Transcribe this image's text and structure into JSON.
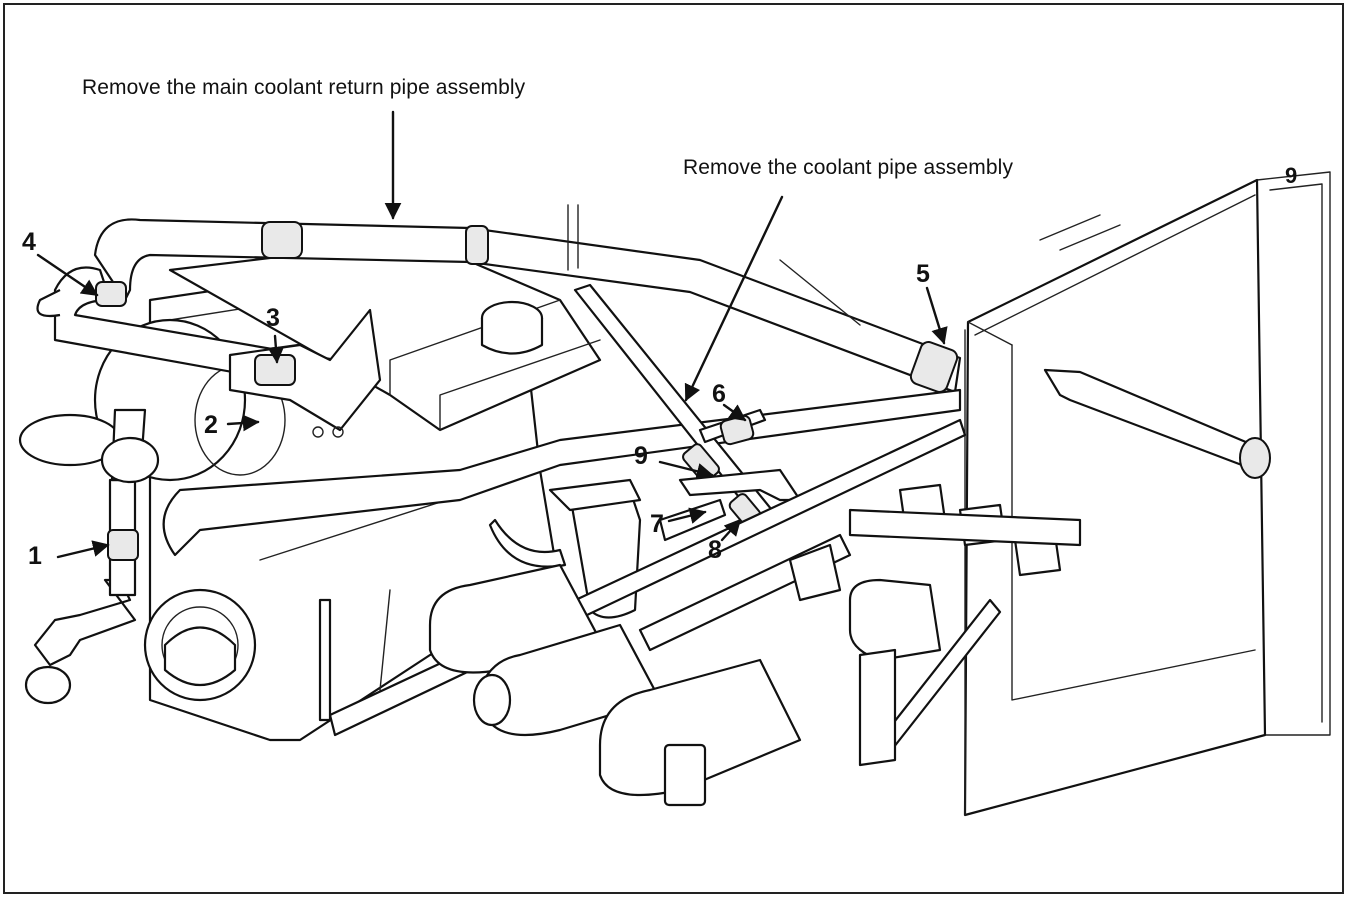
{
  "captions": {
    "main_return": "Remove the main coolant return pipe assembly",
    "coolant_pipe": "Remove the coolant pipe assembly"
  },
  "callouts": [
    "1",
    "2",
    "3",
    "4",
    "5",
    "6",
    "7",
    "8",
    "9",
    "9"
  ]
}
